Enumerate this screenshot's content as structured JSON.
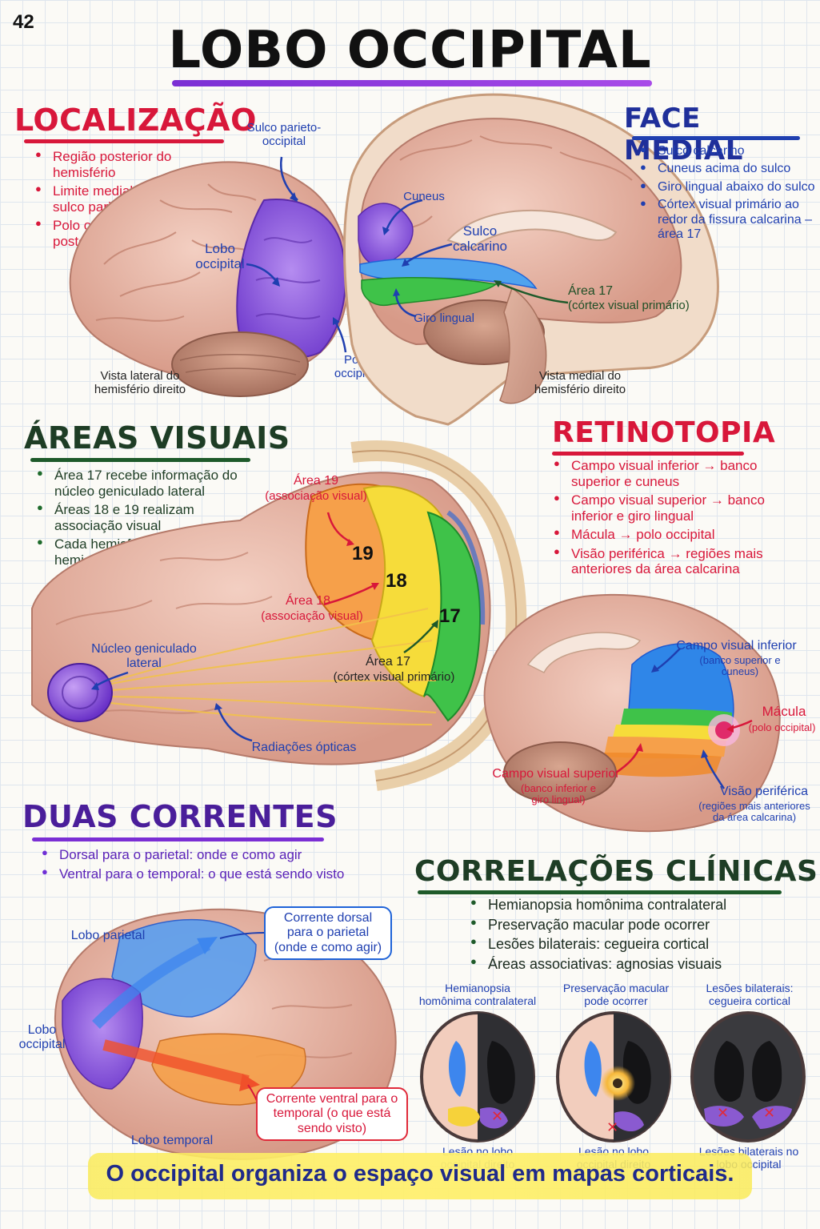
{
  "page_number": "42",
  "title": "LOBO OCCIPITAL",
  "localizacao": {
    "title": "LOCALIZAÇÃO",
    "items": [
      "Região posterior do hemisfério",
      "Limite medial marcado pelo sulco parieto-occipital",
      "Polo occipital é a extremidade posterior"
    ]
  },
  "face_medial": {
    "title": "FACE MEDIAL",
    "items": [
      "Sulco calcarino",
      "Cuneus acima do sulco",
      "Giro lingual abaixo do sulco",
      "Córtex visual primário ao redor da fissura calcarina – área 17"
    ]
  },
  "lateral_view": {
    "label_sulco": "Sulco parieto-occipital",
    "label_lobo": "Lobo occipital",
    "label_polo": "Polo occipital",
    "caption": "Vista lateral do hemisfério direito"
  },
  "medial_view": {
    "label_cuneus": "Cuneus",
    "label_sulco": "Sulco calcarino",
    "label_giro": "Giro lingual",
    "label_area17": "Área 17",
    "label_area17_sub": "(córtex visual primário)",
    "caption": "Vista medial do hemisfério direito"
  },
  "areas_visuais": {
    "title": "ÁREAS VISUAIS",
    "items": [
      "Área 17 recebe informação do núcleo geniculado lateral",
      "Áreas 18 e 19 realizam associação visual",
      "Cada hemisfério representa o hemicampo visual contralateral"
    ],
    "label_19": "Área 19",
    "label_19_sub": "(associação visual)",
    "label_18": "Área 18",
    "label_18_sub": "(associação visual)",
    "label_17": "Área 17",
    "label_17_sub": "(córtex visual primário)",
    "num_19": "19",
    "num_18": "18",
    "num_17": "17",
    "label_ngl": "Núcleo geniculado lateral",
    "label_radiacoes": "Radiações ópticas"
  },
  "retinotopia": {
    "title": "RETINOTOPIA",
    "items": [
      "Campo visual inferior → banco superior e cuneus",
      "Campo visual superior → banco inferior e giro lingual",
      "Mácula → polo occipital",
      "Visão periférica → regiões mais anteriores da área calcarina"
    ],
    "label_inferior": "Campo visual inferior",
    "label_inferior_sub": "(banco superior e cuneus)",
    "label_macula": "Mácula",
    "label_macula_sub": "(polo occipital)",
    "label_superior": "Campo visual superior",
    "label_superior_sub": "(banco inferior e giro lingual)",
    "label_periferica": "Visão periférica",
    "label_periferica_sub": "(regiões mais anteriores da área calcarina)"
  },
  "duas_correntes": {
    "title": "DUAS CORRENTES",
    "items": [
      "Dorsal para o parietal: onde e como agir",
      "Ventral para o temporal: o que está sendo visto"
    ],
    "label_parietal": "Lobo parietal",
    "label_occipital": "Lobo occipital",
    "label_temporal": "Lobo temporal",
    "box_dorsal": "Corrente dorsal para o parietal (onde e como agir)",
    "box_ventral": "Corrente ventral para o temporal (o que está sendo visto)"
  },
  "correlacoes": {
    "title": "CORRELAÇÕES CLÍNICAS",
    "items": [
      "Hemianopsia homônima contralateral",
      "Preservação macular pode ocorrer",
      "Lesões bilaterais: cegueira cortical",
      "Áreas associativas: agnosias visuais"
    ],
    "panels": [
      {
        "title": "Hemianopsia homônima contralateral",
        "caption": "Lesão no lobo occipital direito"
      },
      {
        "title": "Preservação macular pode ocorrer",
        "caption": "Lesão no lobo occipital direito"
      },
      {
        "title": "Lesões bilaterais: cegueira cortical",
        "caption": "Lesões bilaterais no lobo occipital"
      }
    ]
  },
  "footer": "O occipital organiza o espaço visual em mapas corticais.",
  "colors": {
    "red": "#d8173a",
    "blue": "#1f3fb0",
    "green": "#1e5a2a",
    "purple": "#6f2fd6",
    "brain": "#e8b8a8"
  }
}
